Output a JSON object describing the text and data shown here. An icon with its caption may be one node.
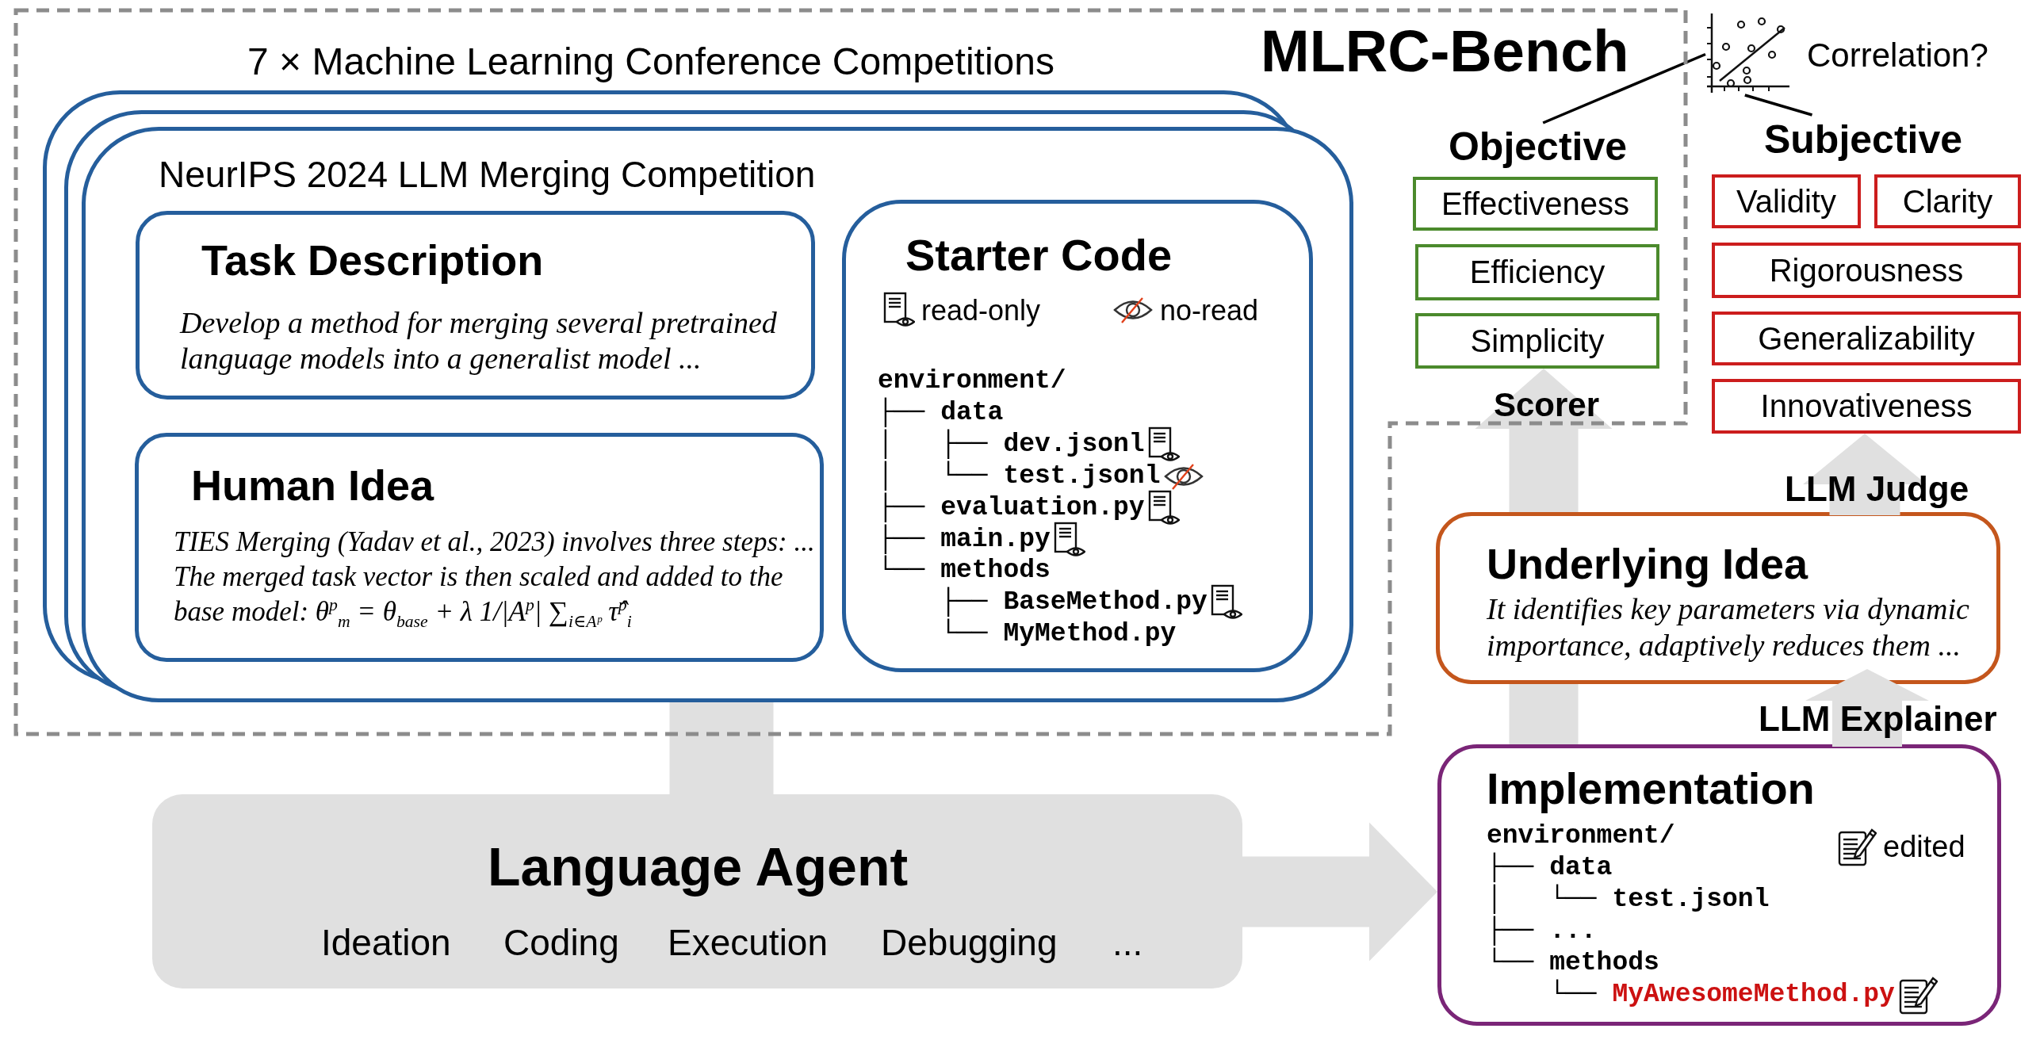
{
  "diagram": {
    "nodes": [
      {
        "text": [
          "MLRC-Bench"
        ]
      },
      {
        "text": [
          "NeurIPS 2024 LLM Merging Competition"
        ],
        "in": 0,
        "beside": [
          "7 × Machine Learning Conference Competitions"
        ]
      },
      {
        "text": [
          "Task Description",
          "Develop a method for merging several pretrained language models into a generalist model ..."
        ],
        "in": 1
      },
      {
        "text": [
          "Human Idea",
          "TIES Merging (Yadav et al., 2023) involves three steps: ... The merged task vector is then scaled and added to the base model: θ$^{p}$$_{m}$ = θ$_{base}$ + λ 1/|A$^{p}$| ∑$_{i∈Aᵖ}$ τ̂$^{p}$$_{i}$"
        ],
        "in": 1
      },
      {
        "text": [
          "Starter Code",
          "environment/",
          "├── data",
          "│   ├── dev.jsonl",
          "│   └── test.jsonl",
          "├── evaluation.py",
          "├── main.py",
          "└── methods",
          "    ├── BaseMethod.py",
          "    └── MyMethod.py"
        ],
        "in": 1
      },
      {
        "text": [
          "Objective"
        ],
        "in": 0
      },
      {
        "text": [
          "Effectiveness"
        ],
        "in": 0
      },
      {
        "text": [
          "Efficiency"
        ],
        "in": 0
      },
      {
        "text": [
          "Simplicity"
        ],
        "in": 0
      },
      {
        "text": [],
        "shape": "picture",
        "beside": [
          "Correlation?"
        ]
      },
      {
        "text": [
          "Subjective"
        ]
      },
      {
        "text": [
          "Validity"
        ]
      },
      {
        "text": [
          "Clarity"
        ]
      },
      {
        "text": [
          "Rigorousness"
        ]
      },
      {
        "text": [
          "Generalizability"
        ]
      },
      {
        "text": [
          "Innovativeness"
        ]
      },
      {
        "text": [
          "Underlying Idea",
          "It identifies key parameters via dynamic importance, adaptively reduces them ..."
        ]
      },
      {
        "text": [
          "Language Agent",
          "Ideation",
          "Coding",
          "Execution",
          "Debugging",
          "..."
        ]
      },
      {
        "text": [
          "Implementation",
          "environment/",
          "├── data",
          "│   └── test.jsonl",
          "├── ...",
          "└── methods",
          "    └── MyAwesomeMethod.py"
        ]
      }
    ],
    "edges": [
      {
        "from": 1,
        "to": 17,
        "arrow": "none",
        "style": "thick"
      },
      {
        "from": 17,
        "to": 18,
        "arrow": "to",
        "style": "thick"
      },
      {
        "from": 18,
        "to": 8,
        "arrow": "to",
        "style": "thick",
        "label": "Scorer"
      },
      {
        "from": 18,
        "to": 16,
        "arrow": "to",
        "style": "thick",
        "label": "LLM Explainer"
      },
      {
        "from": 16,
        "to": 15,
        "arrow": "to",
        "style": "thick",
        "label": "LLM Judge"
      },
      {
        "from": 5,
        "to": 9,
        "arrow": "none",
        "color": "#000000"
      },
      {
        "from": 9,
        "to": 10,
        "arrow": "none",
        "color": "#000000"
      }
    ],
    "legend": [
      {
        "text": "read-only"
      },
      {
        "text": "no-read"
      },
      {
        "text": "edited"
      }
    ]
  }
}
